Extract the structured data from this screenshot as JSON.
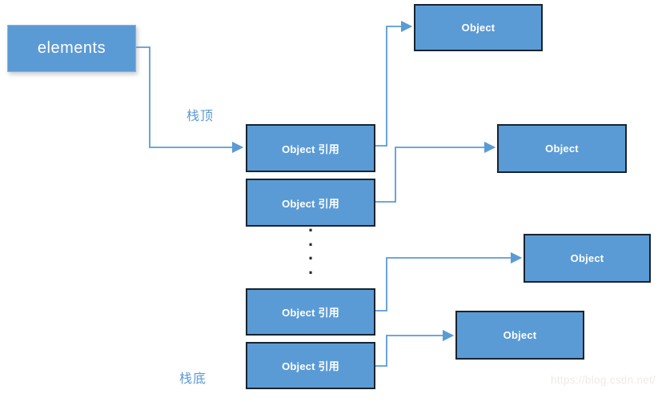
{
  "diagram": {
    "elements_box": {
      "label": "elements"
    },
    "stack_labels": {
      "top": "栈顶",
      "bottom": "栈底"
    },
    "ref_boxes": [
      {
        "label": "Object 引用"
      },
      {
        "label": "Object 引用"
      },
      {
        "label": "Object 引用"
      },
      {
        "label": "Object 引用"
      }
    ],
    "object_boxes": [
      {
        "label": "Object"
      },
      {
        "label": "Object"
      },
      {
        "label": "Object"
      },
      {
        "label": "Object"
      }
    ],
    "ellipsis_dots": [
      ".",
      ".",
      ".",
      "."
    ]
  },
  "colors": {
    "node_fill": "#5b9bd5",
    "node_border": "#17242f",
    "connector": "#5b9bd5",
    "stack_label_text": "#5b9bd5",
    "node_text": "#ffffff",
    "watermark_text": "#eeebe7"
  },
  "watermark": {
    "text": "https://blog.csdn.net/"
  }
}
